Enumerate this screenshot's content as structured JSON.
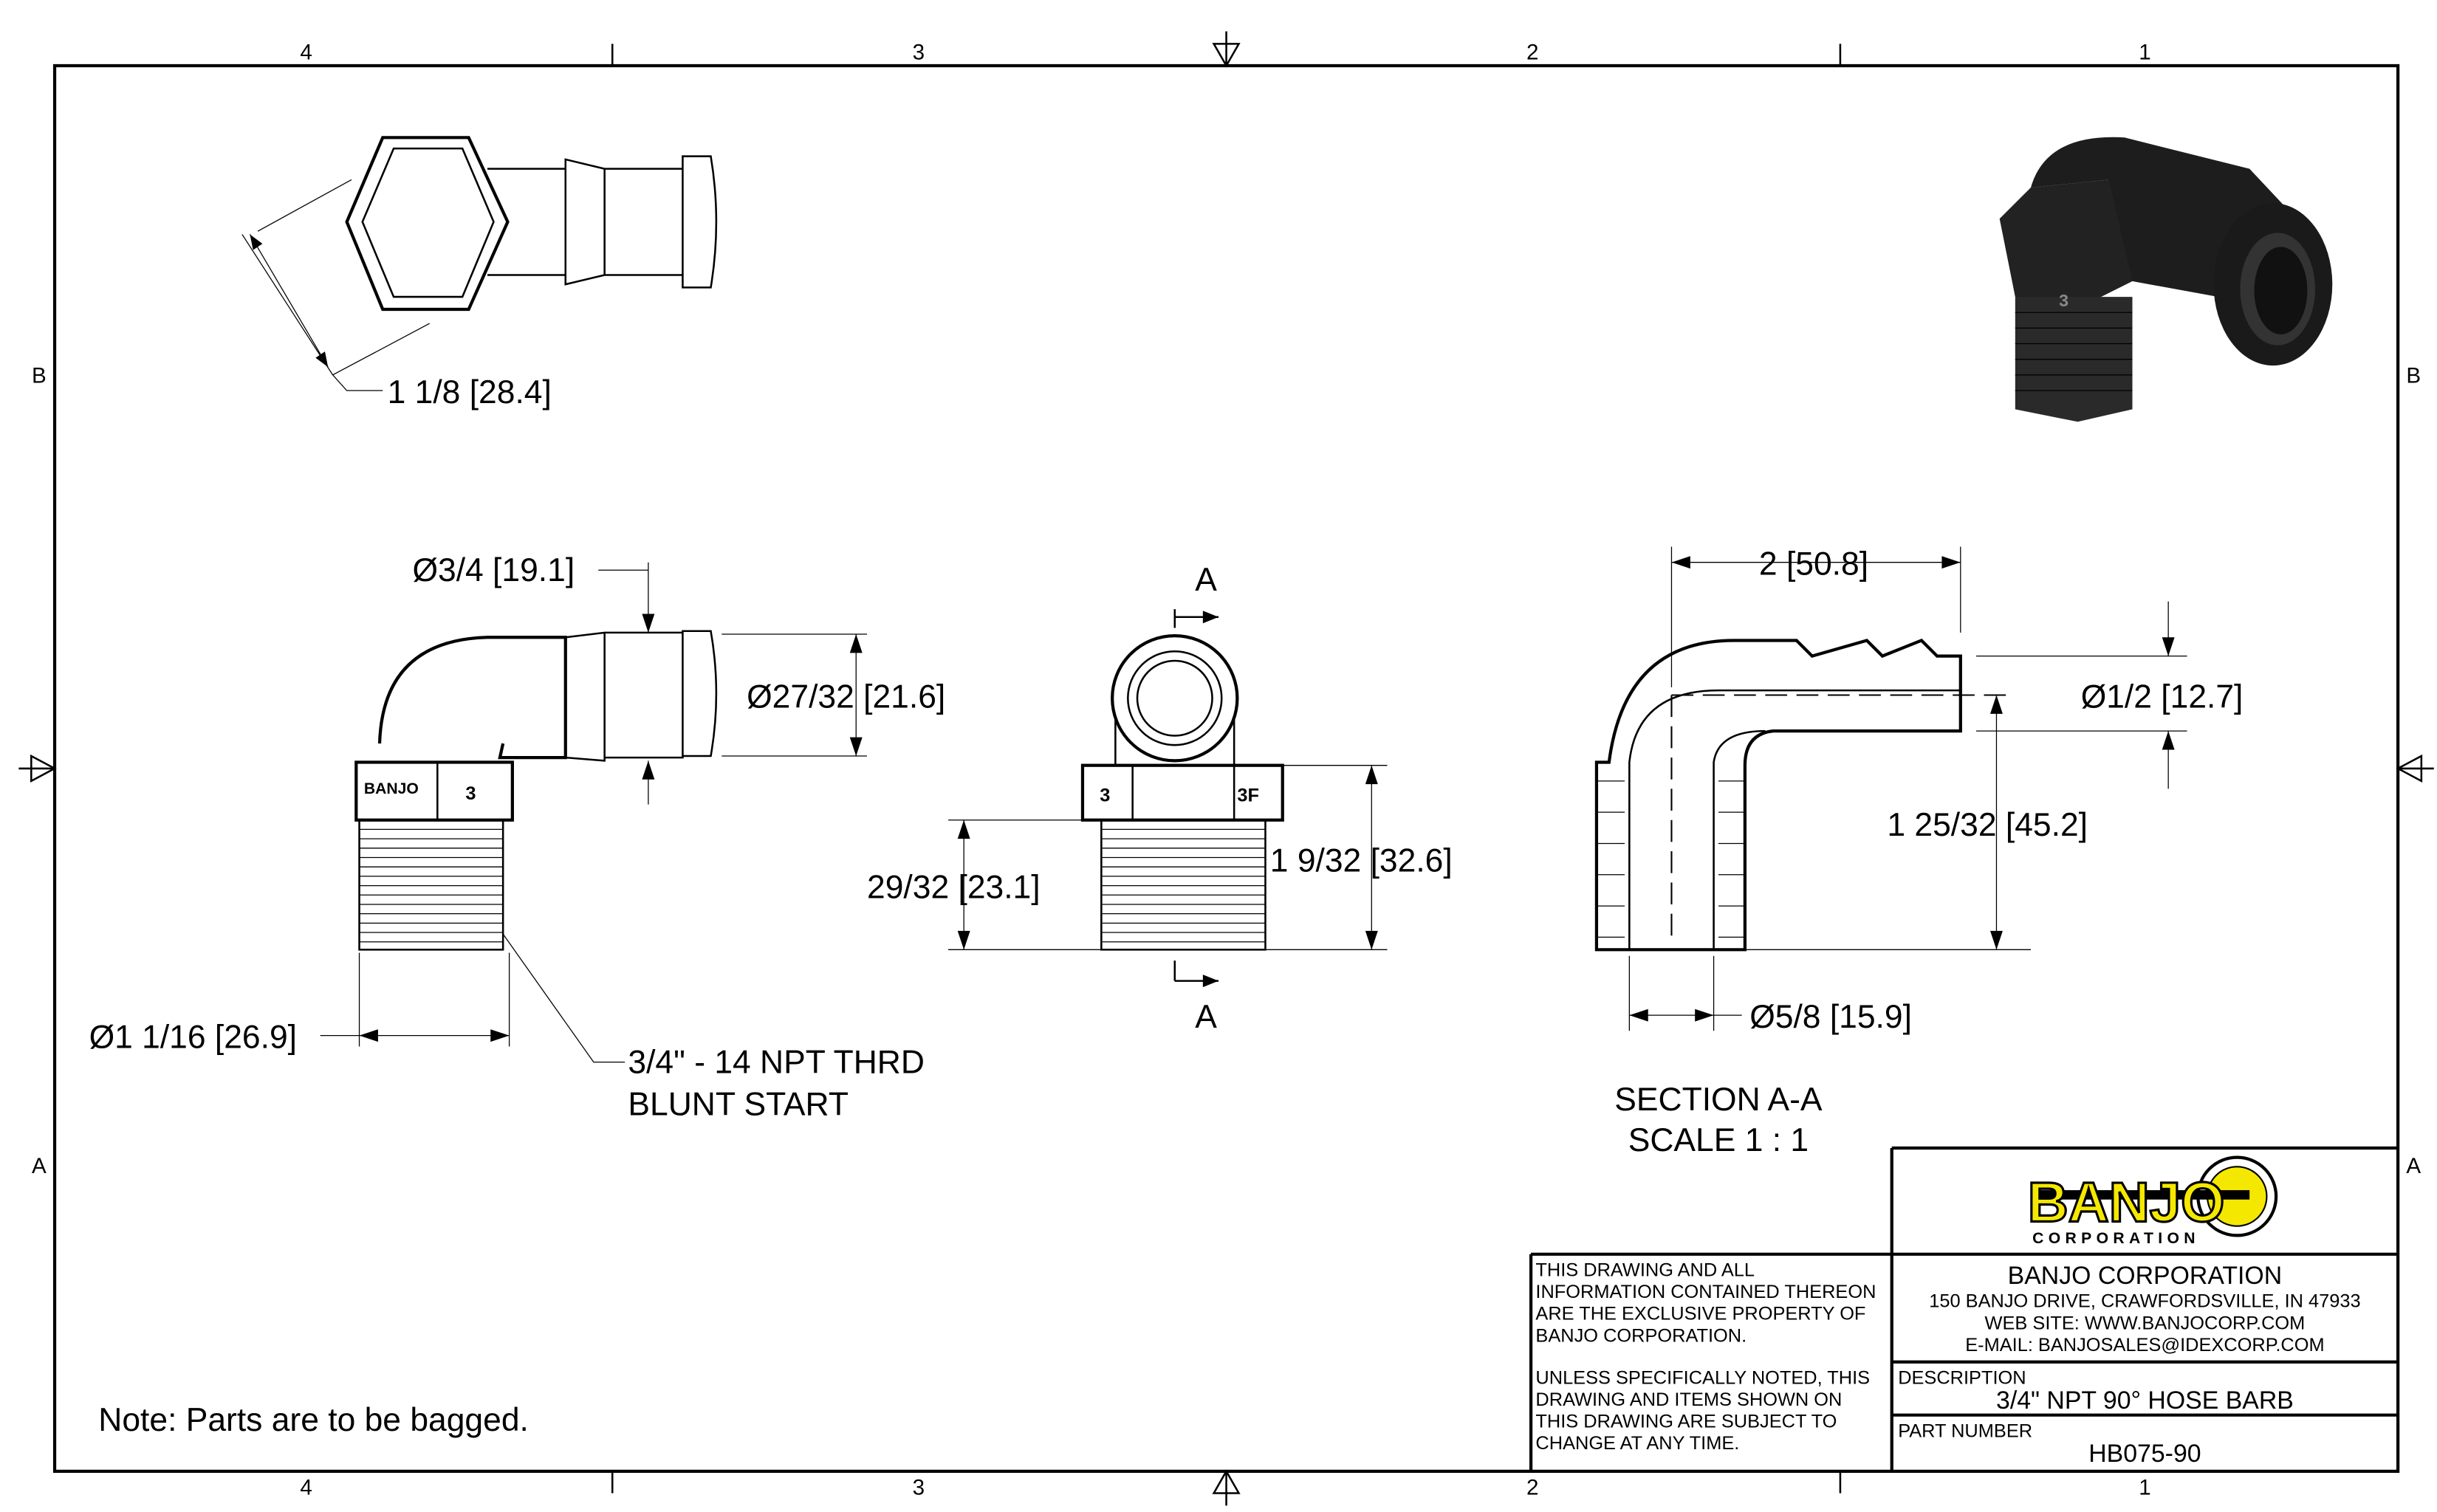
{
  "zones": {
    "top": [
      "4",
      "3",
      "2",
      "1"
    ],
    "bottom": [
      "4",
      "3",
      "2",
      "1"
    ],
    "left": [
      "B",
      "A"
    ],
    "right": [
      "B",
      "A"
    ]
  },
  "dimensions": {
    "hex_across_flats": "1 1/8 [28.4]",
    "barb_od": "Ø3/4 [19.1]",
    "barb_max": "Ø27/32 [21.6]",
    "thread_od": "Ø1 1/16 [26.9]",
    "thread_callout_1": "3/4\" - 14 NPT THRD",
    "thread_callout_2": "BLUNT START",
    "thread_length": "29/32 [23.1]",
    "hex_to_end": "1 9/32 [32.6]",
    "section_length": "2 [50.8]",
    "section_bore": "Ø1/2 [12.7]",
    "section_height": "1 25/32 [45.2]",
    "section_thread_bore": "Ø5/8 [15.9]"
  },
  "hex_marks": {
    "brand": "BANJO",
    "size": "3",
    "size_side": "3",
    "size_side2": "3F",
    "iso_size": "3"
  },
  "section_labels": {
    "cut": "A",
    "title": "SECTION A-A",
    "scale": "SCALE 1 : 1"
  },
  "note": "Note: Parts are to be bagged.",
  "title_block": {
    "logo_text": "BANJO",
    "logo_sub": "CORPORATION",
    "disclaimer_1": [
      "THIS DRAWING AND ALL",
      "INFORMATION CONTAINED THEREON",
      "ARE THE EXCLUSIVE PROPERTY OF",
      "BANJO CORPORATION."
    ],
    "disclaimer_2": [
      "UNLESS SPECIFICALLY NOTED, THIS",
      "DRAWING AND ITEMS SHOWN ON",
      "THIS DRAWING ARE SUBJECT TO",
      "CHANGE AT ANY TIME."
    ],
    "company": "BANJO CORPORATION",
    "address": "150 BANJO DRIVE, CRAWFORDSVILLE, IN 47933",
    "website": "WEB SITE: WWW.BANJOCORP.COM",
    "email": "E-MAIL: BANJOSALES@IDEXCORP.COM",
    "description_label": "DESCRIPTION",
    "description": "3/4\" NPT 90° HOSE BARB",
    "part_number_label": "PART NUMBER",
    "part_number": "HB075-90"
  },
  "colors": {
    "logo_yellow": "#f5e800",
    "ink": "#000000"
  }
}
